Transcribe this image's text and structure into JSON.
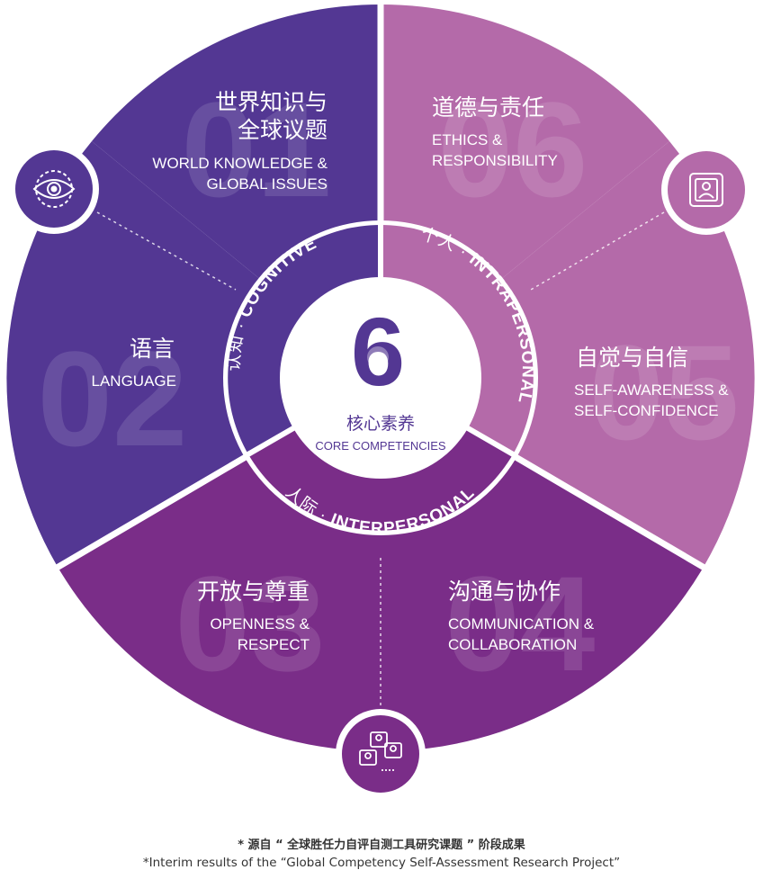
{
  "center": {
    "logo_digit": "6",
    "title_zh": "核心素养",
    "title_en": "CORE COMPETENCIES"
  },
  "rings": {
    "cognitive_zh": "认知",
    "cognitive_en": "COGNITIVE",
    "intrapersonal_zh": "个人",
    "intrapersonal_en": "INTRAPERSONAL",
    "interpersonal_zh": "人际",
    "interpersonal_en": "INTERPERSONAL",
    "separator": "·"
  },
  "segments": [
    {
      "number": "01",
      "zh_lines": [
        "世界知识与",
        "全球议题"
      ],
      "en_lines": [
        "WORLD KNOWLEDGE &",
        "GLOBAL ISSUES"
      ]
    },
    {
      "number": "02",
      "zh_lines": [
        "语言"
      ],
      "en_lines": [
        "LANGUAGE"
      ]
    },
    {
      "number": "03",
      "zh_lines": [
        "开放与尊重"
      ],
      "en_lines": [
        "OPENNESS &",
        "RESPECT"
      ]
    },
    {
      "number": "04",
      "zh_lines": [
        "沟通与协作"
      ],
      "en_lines": [
        "COMMUNICATION &",
        "COLLABORATION"
      ]
    },
    {
      "number": "05",
      "zh_lines": [
        "自觉与自信"
      ],
      "en_lines": [
        "SELF-AWARENESS &",
        "SELF-CONFIDENCE"
      ]
    },
    {
      "number": "06",
      "zh_lines": [
        "道德与责任"
      ],
      "en_lines": [
        "ETHICS &",
        "RESPONSIBILITY"
      ]
    }
  ],
  "icons": [
    "eye-gear-icon",
    "id-card-icon",
    "people-chat-icon"
  ],
  "colors": {
    "cognitive": "#533793",
    "intrapersonal": "#b46aa9",
    "interpersonal": "#7a2d88",
    "white": "#ffffff"
  },
  "footer": {
    "zh": "* 源自 “ 全球胜任力自评自测工具研究课题 ” 阶段成果",
    "en": "*Interim results of the “Global Competency Self-Assessment Research Project”"
  }
}
